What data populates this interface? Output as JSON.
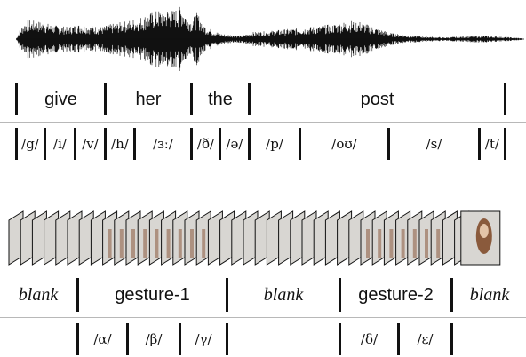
{
  "words": [
    "give",
    "her",
    "the",
    "post"
  ],
  "phonemes": [
    "/g/",
    "/i/",
    "/v/",
    "/h/",
    "/ɜː/",
    "/ð/",
    "/ə/",
    "/p/",
    "/oʊ/",
    "/s/",
    "/t/"
  ],
  "segments": [
    "blank",
    "gesture-1",
    "blank",
    "gesture-2",
    "blank"
  ],
  "gesture_units": [
    "/α/",
    "/β/",
    "/γ/",
    "/δ/",
    "/ε/"
  ],
  "colors": {
    "waveform": "#111111",
    "frame_fill": "#d8d6d2",
    "frame_edge": "#111111",
    "person": "#8a5a3c"
  }
}
